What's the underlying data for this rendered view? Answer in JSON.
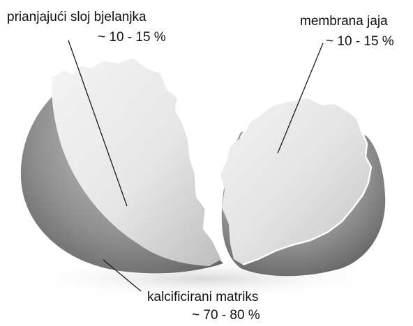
{
  "labels": {
    "albumen": {
      "name": "prianjajući sloj bjelanjka",
      "value": "~ 10 - 15 %"
    },
    "membrane": {
      "name": "membrana jaja",
      "value": "~ 10 - 15 %"
    },
    "matrix": {
      "name": "kalcificirani matriks",
      "value": "~ 70 - 80 %"
    }
  },
  "colors": {
    "shell_outer": "#8c8c8c",
    "shell_inner": "#e9e9e9",
    "leader_line": "#1a1a1a",
    "text": "#111111"
  }
}
